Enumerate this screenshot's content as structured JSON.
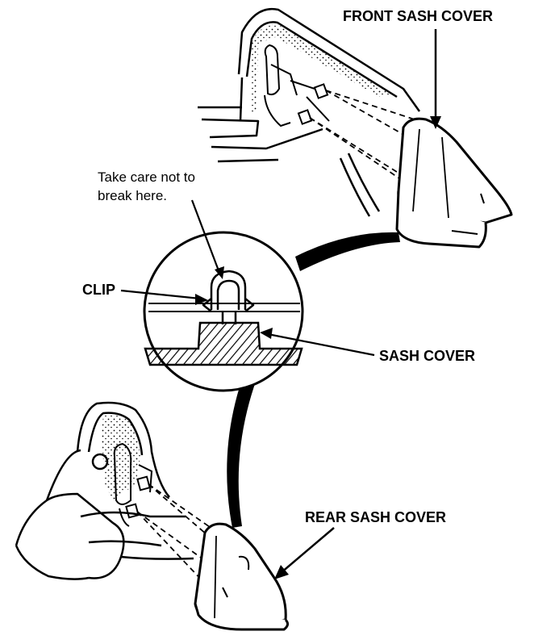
{
  "labels": {
    "front_sash_cover": "FRONT SASH COVER",
    "note_line1": "Take care not to",
    "note_line2": "break here.",
    "clip": "CLIP",
    "sash_cover": "SASH COVER",
    "rear_sash_cover": "REAR SASH COVER"
  },
  "colors": {
    "ink": "#000000",
    "paper": "#ffffff"
  }
}
